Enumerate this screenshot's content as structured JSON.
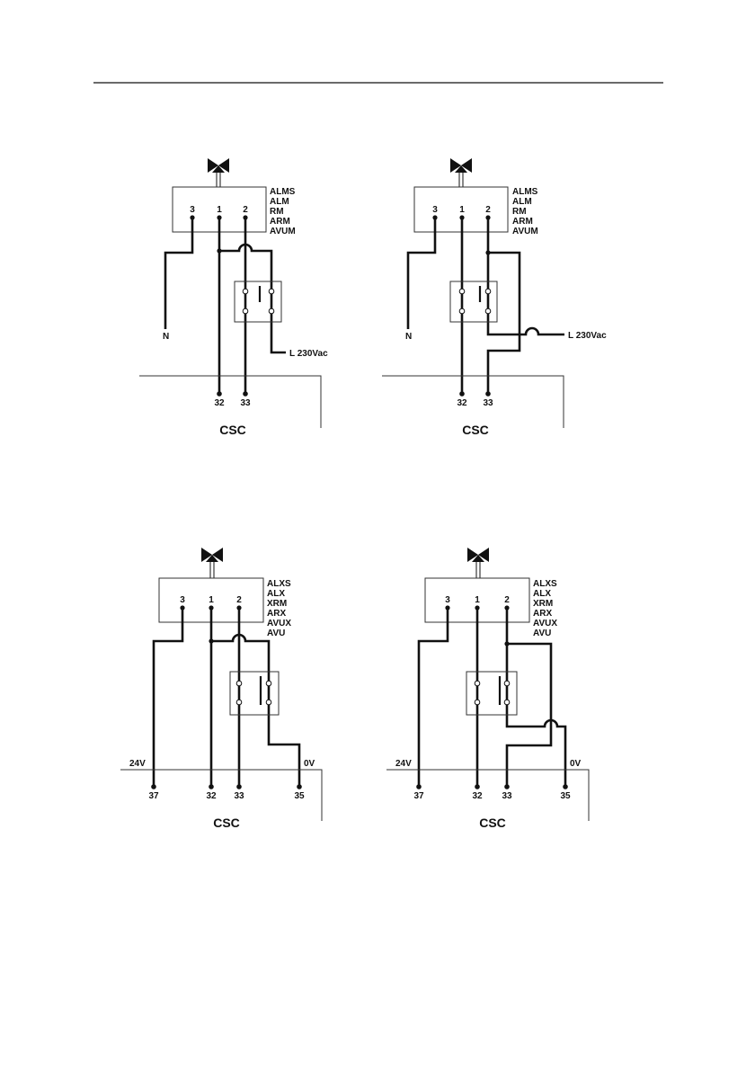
{
  "diagrams": [
    {
      "id": "d1",
      "models": [
        "ALMS",
        "ALM",
        "RM",
        "ARM",
        "AVUM"
      ],
      "terminals": [
        "3",
        "1",
        "2"
      ],
      "neutral_label": "N",
      "line_label": "L  230Vac",
      "csc_terminals": [
        "32",
        "33"
      ],
      "csc_label": "CSC"
    },
    {
      "id": "d2",
      "models": [
        "ALMS",
        "ALM",
        "RM",
        "ARM",
        "AVUM"
      ],
      "terminals": [
        "3",
        "1",
        "2"
      ],
      "neutral_label": "N",
      "line_label": "L  230Vac",
      "csc_terminals": [
        "32",
        "33"
      ],
      "csc_label": "CSC"
    },
    {
      "id": "d3",
      "models": [
        "ALXS",
        "ALX",
        "XRM",
        "ARX",
        "AVUX",
        "AVU"
      ],
      "terminals": [
        "3",
        "1",
        "2"
      ],
      "supply_label": "24V",
      "zero_label": "0V",
      "csc_terminals": [
        "37",
        "32",
        "33",
        "35"
      ],
      "csc_label": "CSC"
    },
    {
      "id": "d4",
      "models": [
        "ALXS",
        "ALX",
        "XRM",
        "ARX",
        "AVUX",
        "AVU"
      ],
      "terminals": [
        "3",
        "1",
        "2"
      ],
      "supply_label": "24V",
      "zero_label": "0V",
      "csc_terminals": [
        "37",
        "32",
        "33",
        "35"
      ],
      "csc_label": "CSC"
    }
  ]
}
